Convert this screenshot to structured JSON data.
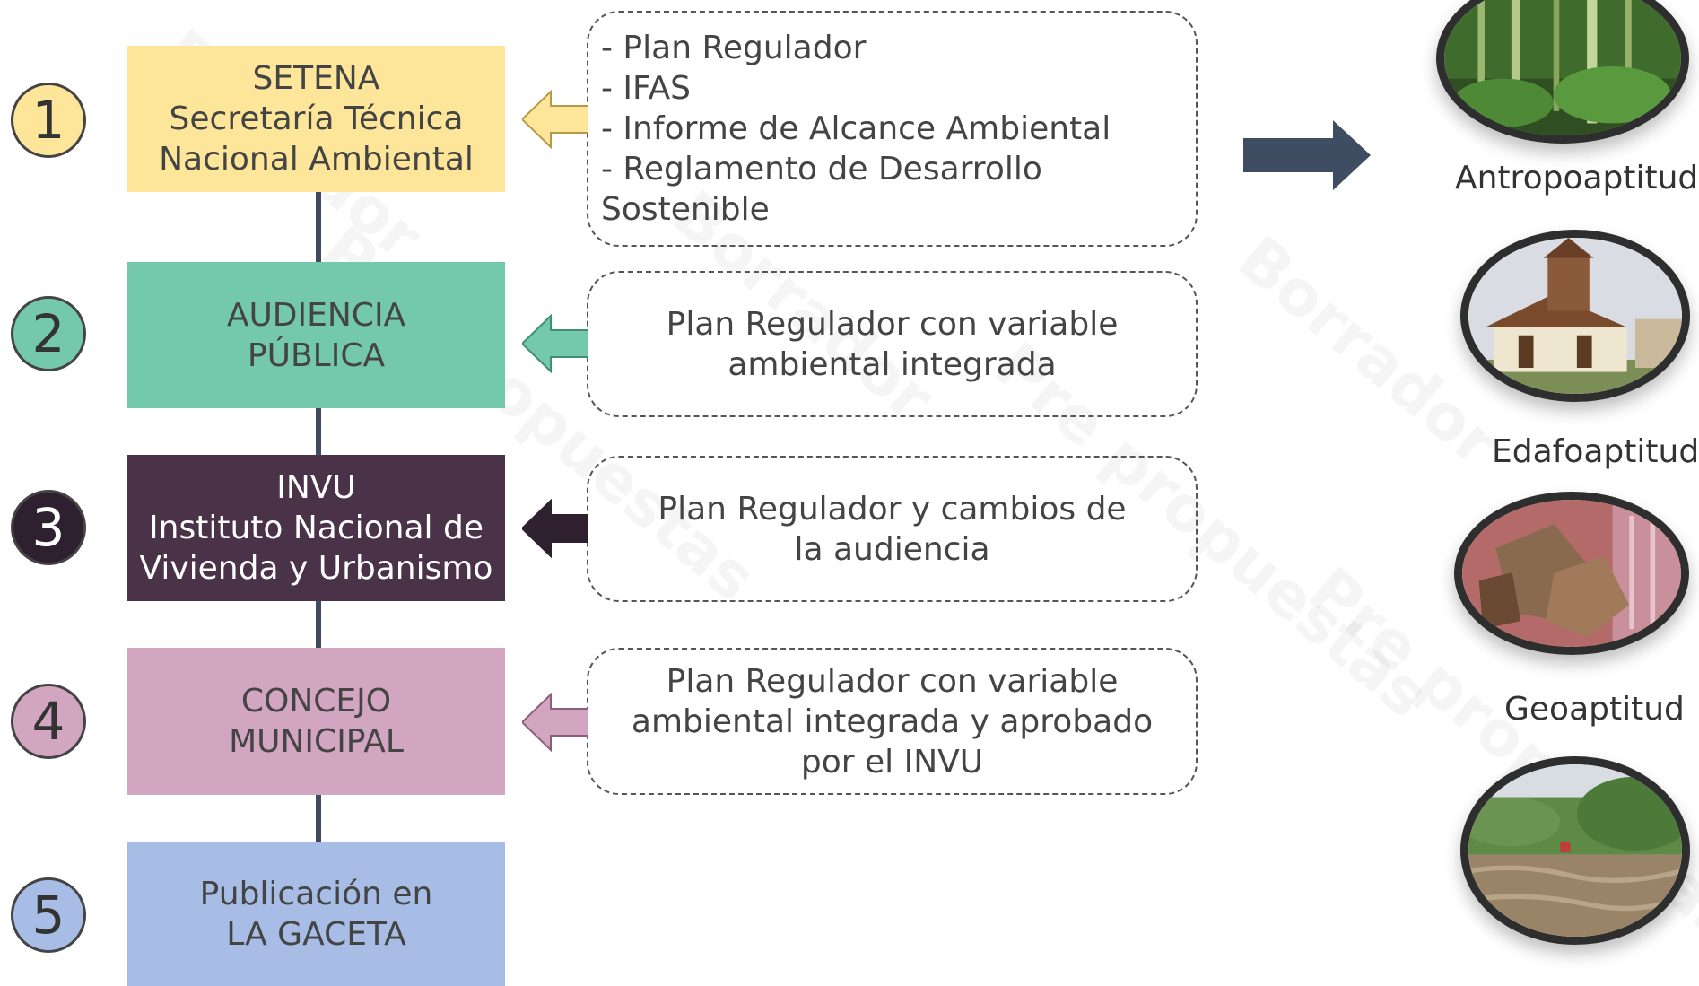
{
  "steps": [
    {
      "number": "1",
      "lines": [
        "SETENA",
        "Secretaría Técnica",
        "Nacional Ambiental"
      ],
      "box_color": "#fde59a",
      "circle_color": "#fde59a",
      "number_color": "#333333"
    },
    {
      "number": "2",
      "lines": [
        "AUDIENCIA",
        "PÚBLICA"
      ],
      "box_color": "#74c9ad",
      "circle_color": "#74c9ad",
      "number_color": "#333333"
    },
    {
      "number": "3",
      "lines": [
        "INVU",
        "Instituto Nacional de",
        "Vivienda y Urbanismo"
      ],
      "box_color": "#4a3248",
      "circle_color": "#2f2030",
      "number_color": "#ffffff"
    },
    {
      "number": "4",
      "lines": [
        "CONCEJO",
        "MUNICIPAL"
      ],
      "box_color": "#d2a6c1",
      "circle_color": "#d2a6c1",
      "number_color": "#333333"
    },
    {
      "number": "5",
      "lines": [
        "Publicación en",
        "LA GACETA"
      ],
      "box_color": "#a8bde6",
      "circle_color": "#a8bde6",
      "number_color": "#333333"
    }
  ],
  "documents": [
    {
      "lines": [
        "- Plan Regulador",
        "- IFAS",
        "- Informe de Alcance Ambiental",
        "- Reglamento de Desarrollo Sostenible"
      ],
      "arrow_color": "#fde59a"
    },
    {
      "lines": [
        "Plan Regulador con variable",
        "ambiental integrada"
      ],
      "arrow_color": "#74c9ad"
    },
    {
      "lines": [
        "Plan Regulador y cambios de",
        "la audiencia"
      ],
      "arrow_color": "#2f2030"
    },
    {
      "lines": [
        "Plan Regulador con variable",
        "ambiental integrada y aprobado",
        "por el INVU"
      ],
      "arrow_color": "#d2a6c1"
    }
  ],
  "right_arrow_color": "#3f4d62",
  "connector_color": "#3f4a5c",
  "aptitudes": [
    {
      "label": "Antropoaptitud",
      "photo": "bamboo-forest"
    },
    {
      "label": "Edafoaptitud",
      "photo": "colonial-house"
    },
    {
      "label": "Geoaptitud",
      "photo": "soil-rocks"
    },
    {
      "label": "",
      "photo": "flooded-river"
    }
  ],
  "watermark_texts": [
    "Pre propuestas",
    "Borrador"
  ]
}
